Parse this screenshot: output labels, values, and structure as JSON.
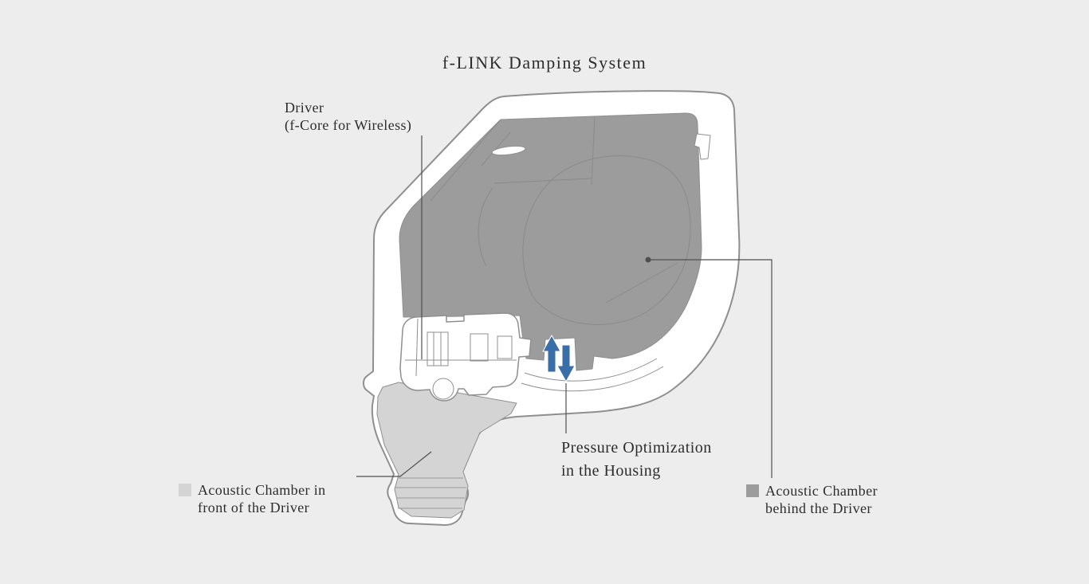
{
  "title": "f-LINK Damping System",
  "labels": {
    "driver": {
      "line1": "Driver",
      "line2": "(f-Core for Wireless)"
    },
    "pressure": {
      "line1": "Pressure Optimization",
      "line2": "in the Housing"
    },
    "legend_front": {
      "line1": "Acoustic Chamber in",
      "line2": "front of the Driver"
    },
    "legend_rear": {
      "line1": "Acoustic Chamber",
      "line2": "behind the Driver"
    }
  },
  "icons": {
    "pressure_up": "arrow-up",
    "pressure_down": "arrow-down"
  },
  "colors": {
    "background": "#ededed",
    "housing_fill": "#ffffff",
    "outline": "#8f8f8f",
    "chamber_rear": "#9c9c9c",
    "chamber_front": "#d4d4d4",
    "arrow_blue": "#3a6ea8",
    "leader_line": "#4f4f4f",
    "text": "#2d2d2d"
  }
}
